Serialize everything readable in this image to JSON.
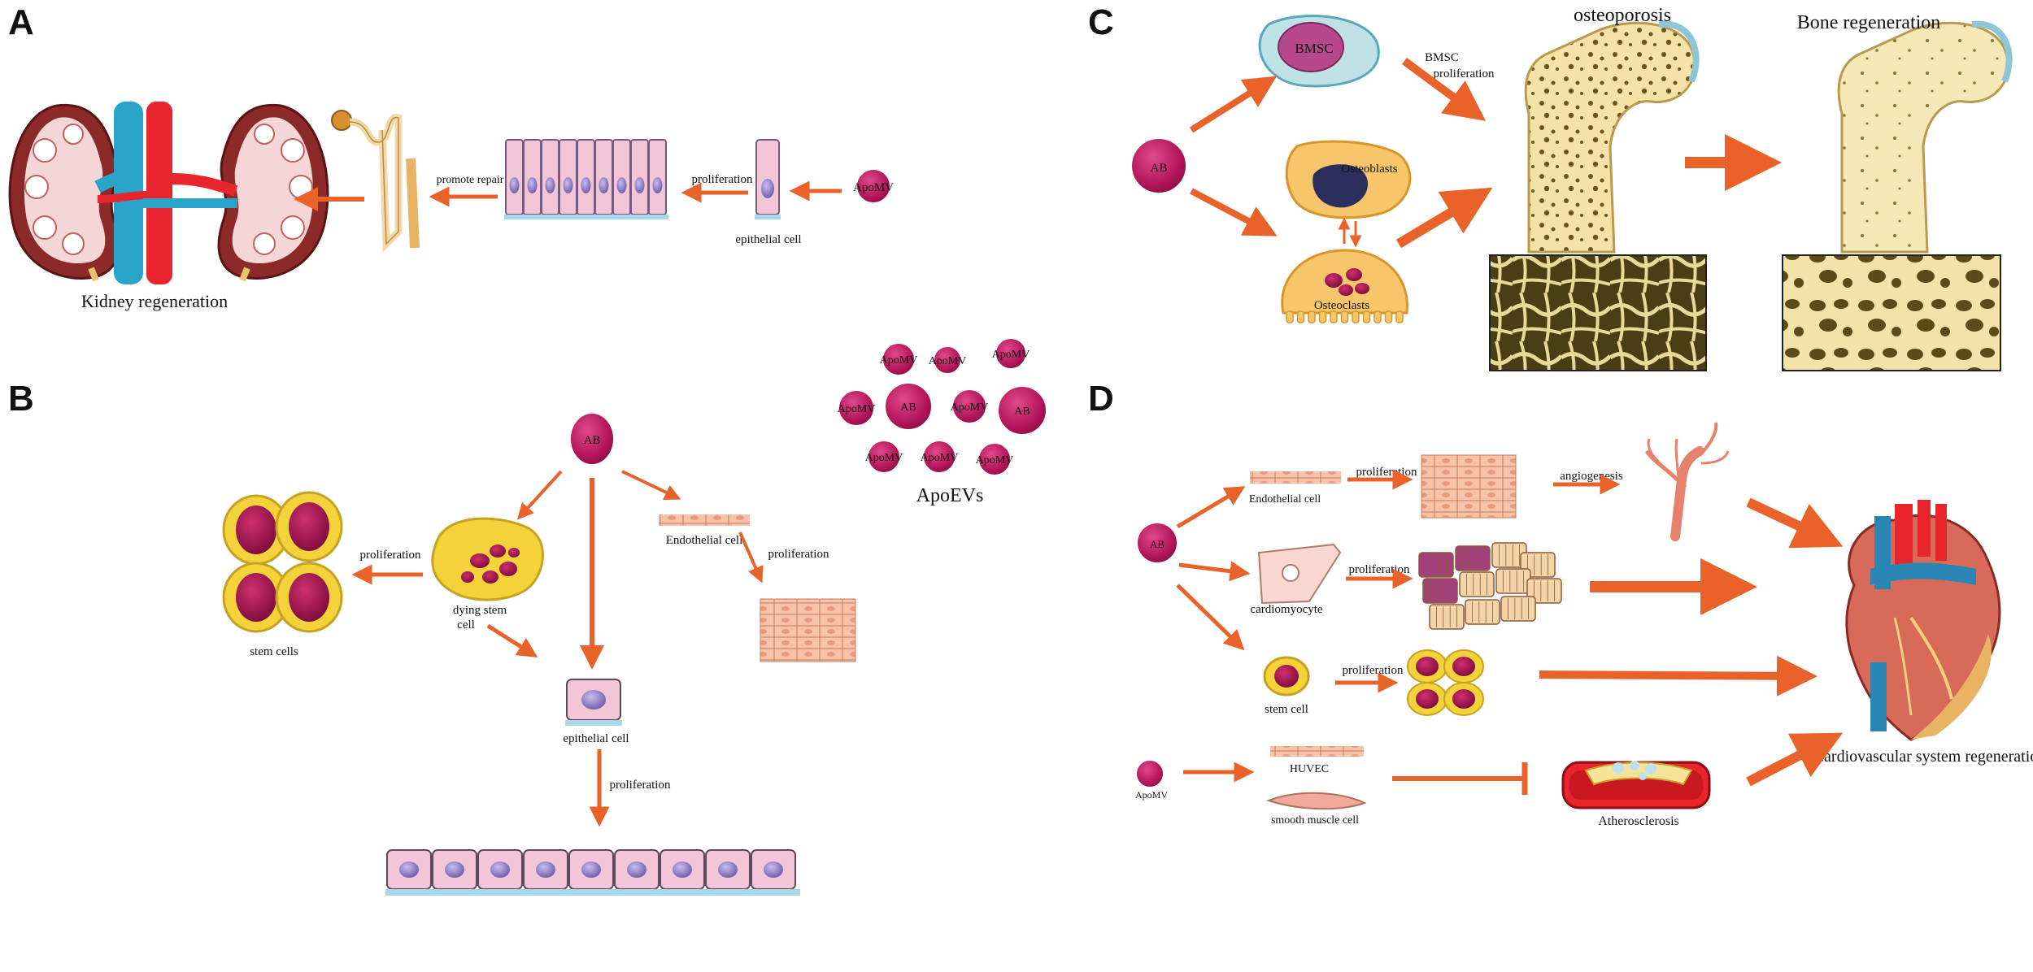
{
  "panels": {
    "A": {
      "letter": "A",
      "title": "Kidney regeneration",
      "promote_repair": "promote repair",
      "proliferation": "proliferation",
      "epithelial_cell": "epithelial cell",
      "apomv": "ApoMV"
    },
    "B": {
      "letter": "B",
      "ab": "AB",
      "proliferation_left": "proliferation",
      "stem_cells": "stem cells",
      "dying_stem_cell_line1": "dying stem",
      "dying_stem_cell_line2": "cell",
      "endothelial_cell": "Endothelial cell",
      "proliferation_right": "proliferation",
      "epithelial_cell": "epithelial cell",
      "proliferation_bottom": "proliferation",
      "apoevs": {
        "label": "ApoEVs",
        "apomv": "ApoMV",
        "ab": "AB"
      }
    },
    "C": {
      "letter": "C",
      "osteoporosis": "osteoporosis",
      "bone_regeneration": "Bone regeneration",
      "bmsc": "BMSC",
      "bmsc_prolif_line1": "BMSC",
      "bmsc_prolif_line2": "proliferation",
      "ab": "AB",
      "osteoblasts": "Osteoblasts",
      "osteoclasts": "Osteoclasts"
    },
    "D": {
      "letter": "D",
      "ab": "AB",
      "endothelial_cell": "Endothelial cell",
      "proliferation_1": "proliferation",
      "angiogenesis": "angiogenesis",
      "cardiomyocyte": "cardiomyocyte",
      "proliferation_2": "proliferation",
      "stem_cell": "stem cell",
      "proliferation_3": "proliferation",
      "apomv": "ApoMV",
      "huvec": "HUVEC",
      "smooth_muscle_cell": "smooth muscle cell",
      "atherosclerosis": "Atherosclerosis",
      "cardio_regen": "Cardiovascular system regeneration"
    }
  },
  "colors": {
    "arrow": "#e8622a",
    "vesicle": "#c0185e",
    "epithelial_fill": "#f2c6d6",
    "nucleus": "#8c7bbf",
    "stem_yellow": "#f3d23a",
    "stem_nucleus": "#a8174f",
    "bone": "#f5e6b0",
    "bone_dark": "#4a3a12",
    "vessel_red": "#e8242c",
    "vessel_blue": "#2aa4c8"
  }
}
